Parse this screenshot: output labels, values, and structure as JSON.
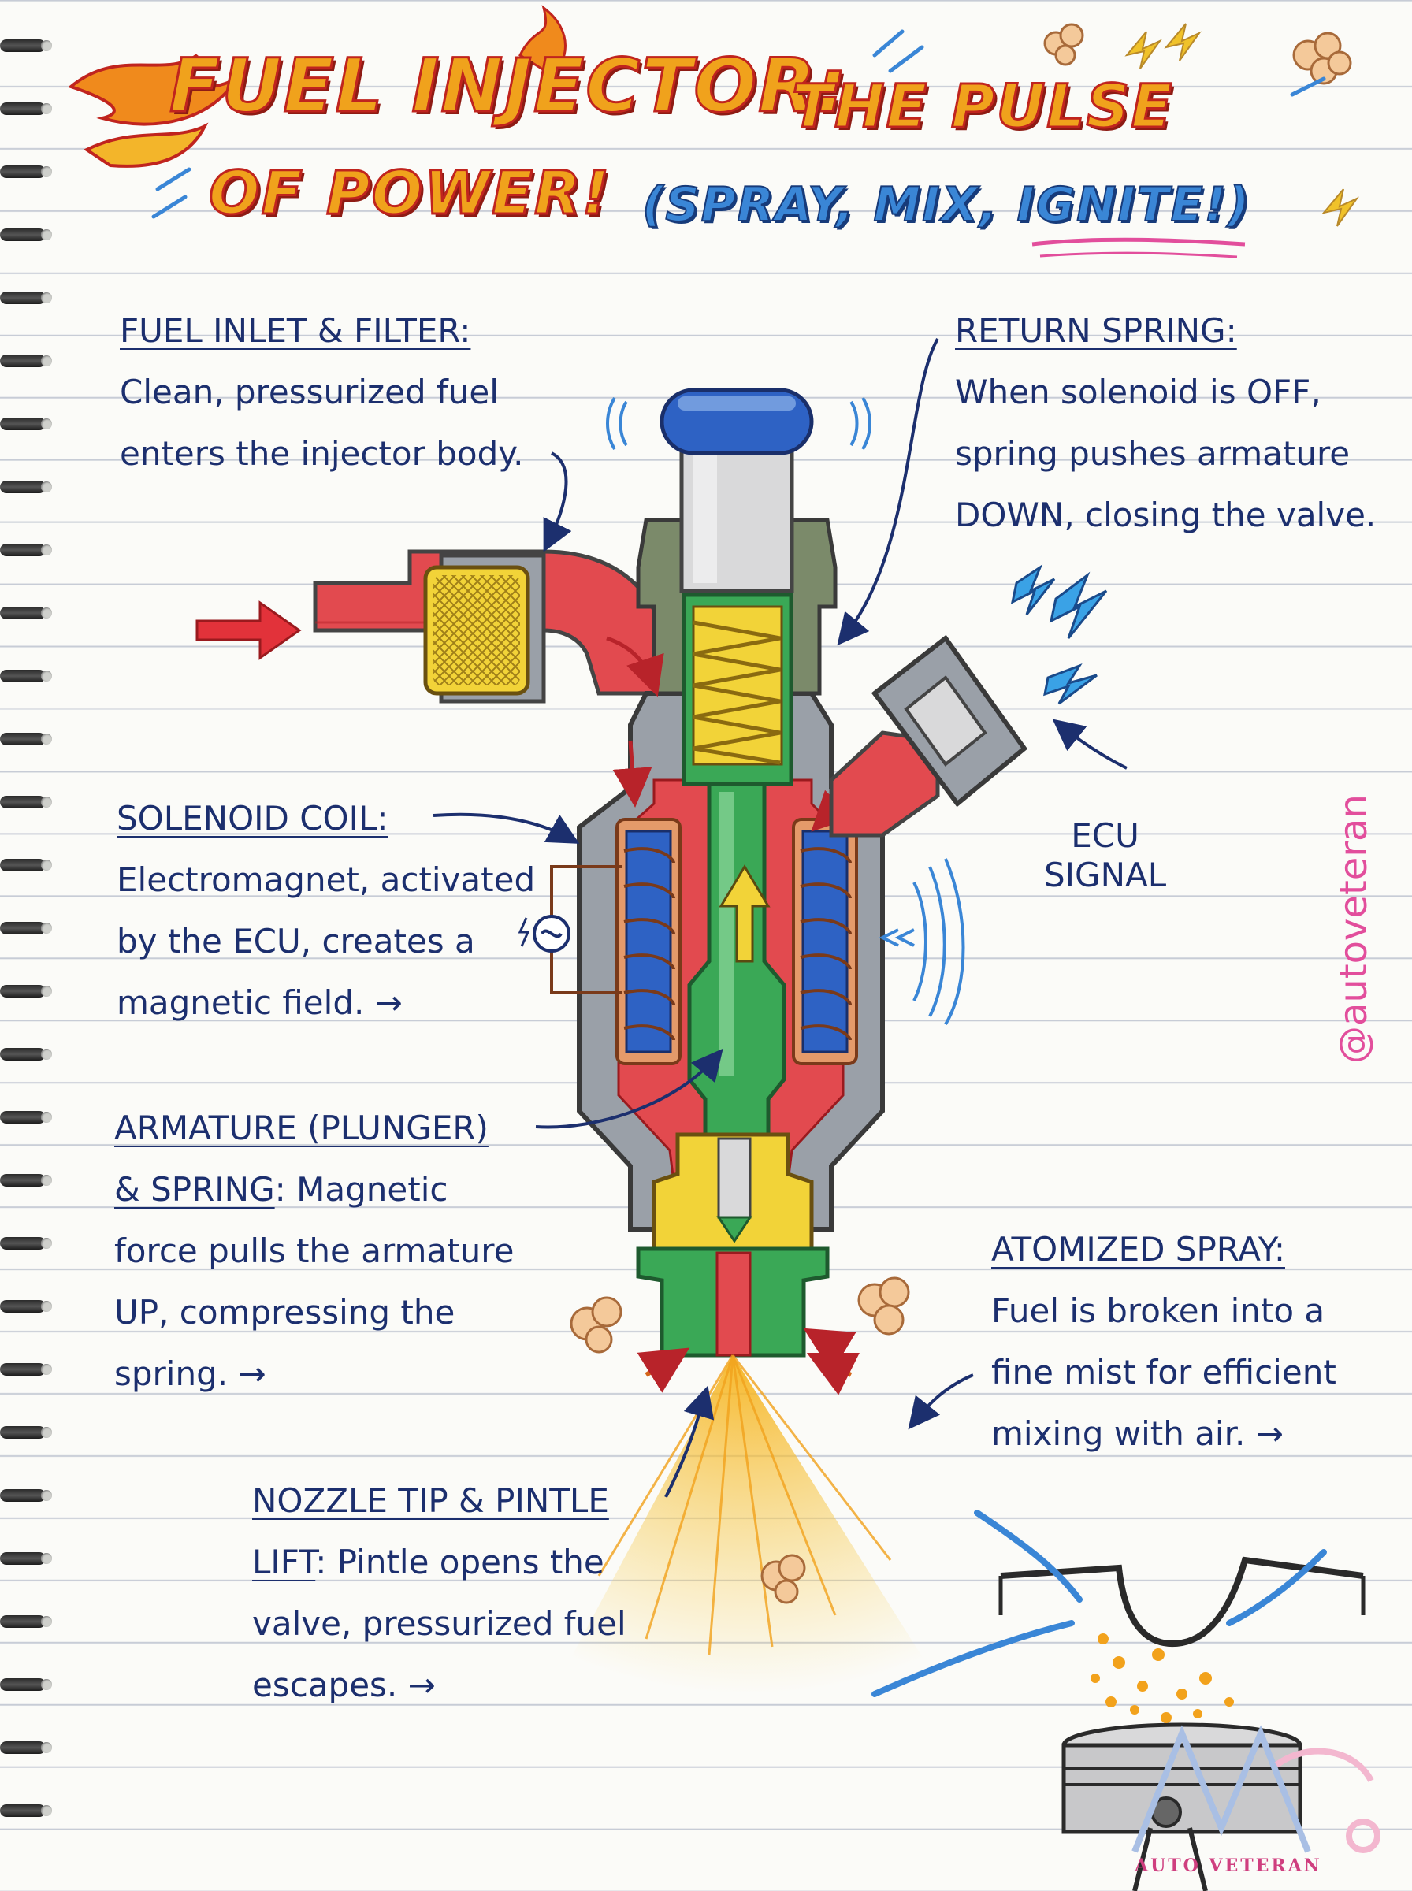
{
  "title": {
    "line1a": "FUEL INJECTOR:",
    "line1b": "THE PULSE",
    "line2a": "OF POWER!",
    "line2b": "(SPRAY, MIX, IGNITE!)"
  },
  "labels": {
    "fuel_inlet": {
      "heading": "FUEL INLET & FILTER:",
      "lines": [
        "Clean, pressurized fuel",
        "enters the injector body."
      ]
    },
    "return_spring": {
      "heading": "RETURN SPRING:",
      "lines": [
        "When solenoid is OFF,",
        "spring pushes armature",
        "DOWN, closing the valve."
      ]
    },
    "solenoid": {
      "heading": "SOLENOID COIL:",
      "lines": [
        "Electromagnet, activated",
        "by the ECU, creates a",
        "magnetic field. →"
      ]
    },
    "ecu": {
      "lines": [
        "ECU",
        "SIGNAL"
      ]
    },
    "armature": {
      "heading1": "ARMATURE (PLUNGER)",
      "heading2": "& SPRING",
      "line2_rest": ": Magnetic",
      "lines": [
        "force pulls the armature",
        "UP, compressing the",
        "spring. →"
      ]
    },
    "atomized": {
      "heading": "ATOMIZED SPRAY:",
      "lines": [
        "Fuel is broken into a",
        "fine mist for efficient",
        "mixing with air. →"
      ]
    },
    "nozzle": {
      "heading1": "NOZZLE TIP & PINTLE",
      "heading2": "LIFT",
      "line2_rest": ": Pintle opens the",
      "lines": [
        "valve, pressurized fuel",
        "escapes. →"
      ]
    }
  },
  "watermark": "@autoveteran",
  "logo_text": "AUTO VETERAN",
  "colors": {
    "ink": "#1c2f6e",
    "fuel_red": "#d9343a",
    "coil_blue": "#2e62c4",
    "spring_yellow": "#f2d338",
    "armature_green": "#3aa856",
    "body_gray": "#9aa0a8",
    "watermark_pink": "#e24e9c"
  },
  "icons": [
    "flame-icon",
    "lightning-icon",
    "puff-icon",
    "arrow-icon",
    "ac-source-icon"
  ]
}
